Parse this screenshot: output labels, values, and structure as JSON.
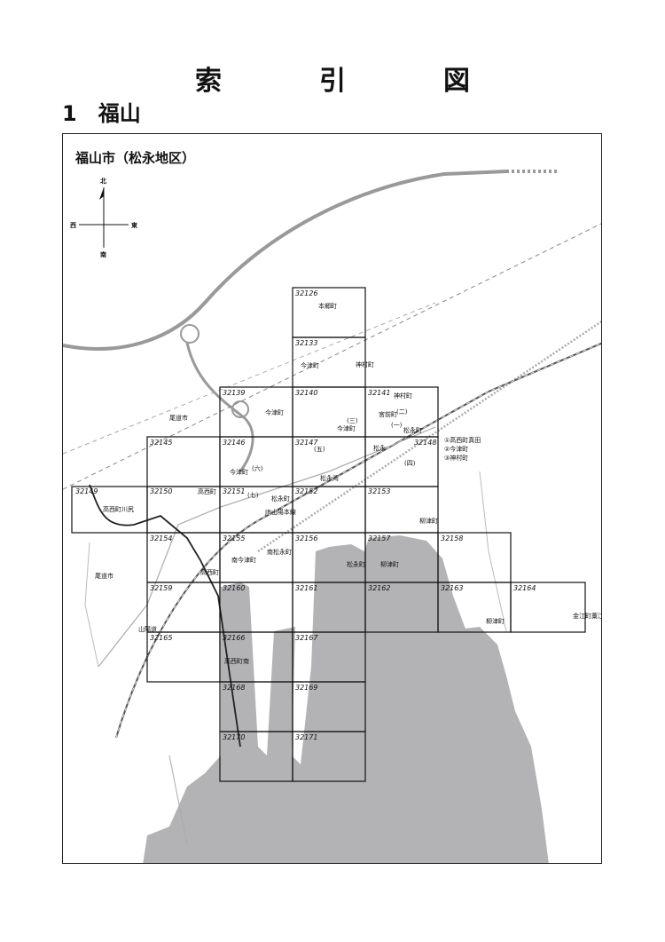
{
  "page_title": "索　引　図",
  "section_heading": "1　福山",
  "map_title": "福山市（松永地区）",
  "compass": {
    "north": "北",
    "south": "南",
    "east": "東",
    "west": "西"
  },
  "tiles": [
    "32126",
    "32133",
    "32139",
    "32140",
    "32141",
    "32145",
    "32146",
    "32147",
    "32148",
    "32149",
    "32150",
    "32151",
    "32152",
    "32153",
    "32154",
    "32155",
    "32156",
    "32157",
    "32158",
    "32159",
    "32160",
    "32161",
    "32162",
    "32163",
    "32164",
    "32165",
    "32166",
    "32167",
    "32168",
    "32169",
    "32170",
    "32171"
  ],
  "place_labels": {
    "hongo": "本郷町",
    "kamimura_v": "神村町",
    "kamimura": "神村町",
    "imazu1": "今津町",
    "imazu2": "今津町",
    "imazu3": "今津町",
    "imazu4": "今津町",
    "onomichi1": "尾道市",
    "onomichi2": "尾道市",
    "miyamae": "宮前町",
    "matsunaga_sta": "松永",
    "matsunaga_cho": "松永町",
    "matsunaga_bay": "松永湾",
    "takanishi1": "高西町",
    "takanishi2": "高西町",
    "kawajiri": "高西町川尻",
    "matsunaga_town": "松永町",
    "jr_line": "JR山陽本線",
    "minami_imazu": "南今津町",
    "minami_matsunaga": "南松永町",
    "yanazu1": "柳津町",
    "yanazu2": "柳津町",
    "yanazu3": "柳津町",
    "kanae": "金江町藁江",
    "matsunaga7": "松永町",
    "takanishi_minami": "高西町南",
    "sanyo_exp": "山陽道"
  },
  "legend_notes": [
    "①高西町真田",
    "②今津町",
    "③神村町"
  ],
  "chome_marks": [
    "(一)",
    "(二)",
    "(三)",
    "(四)",
    "(五)",
    "(六)",
    "(七)"
  ]
}
